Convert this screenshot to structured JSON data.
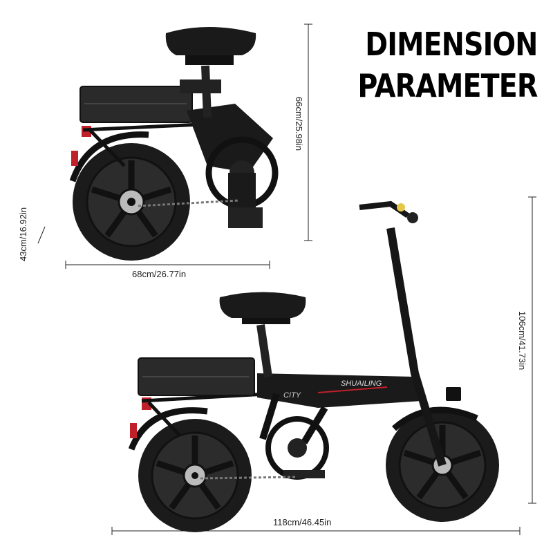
{
  "heading": {
    "line1": "DIMENSION",
    "line2": "PARAMETER"
  },
  "folded": {
    "height": "66cm/25.98in",
    "width": "43cm/16.92in",
    "length": "68cm/26.77in"
  },
  "unfolded": {
    "height": "106cm/41.73in",
    "length": "118cm/46.45in",
    "frame_text": "SHUAILING",
    "badge_text": "CITY"
  },
  "colors": {
    "frame": "#1a1a1a",
    "battery": "#2a2a2a",
    "accent": "#c0202a"
  }
}
